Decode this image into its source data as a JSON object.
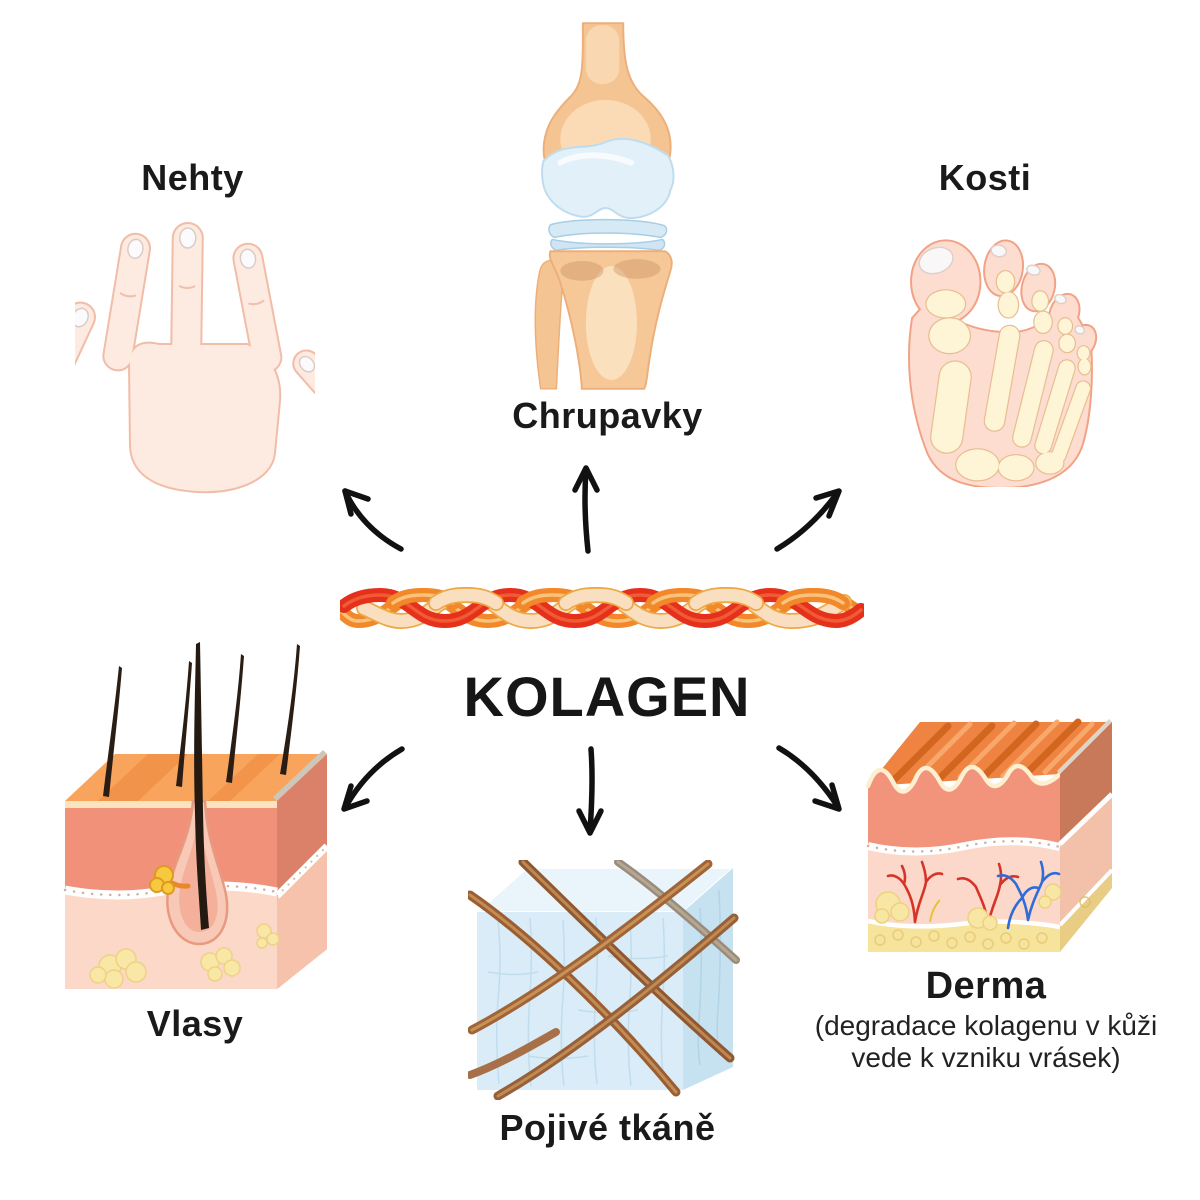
{
  "figure": {
    "title": "KOLAGEN",
    "center_icon": "collagen-fiber-braid-illustration"
  },
  "nodes": [
    {
      "id": "nehty",
      "label": "Nehty",
      "icon": "hand-with-fingernails-illustration",
      "position": "top-left"
    },
    {
      "id": "chrupavky",
      "label": "Chrupavky",
      "icon": "knee-joint-cartilage-illustration",
      "position": "top-center"
    },
    {
      "id": "kosti",
      "label": "Kosti",
      "icon": "foot-bones-illustration",
      "position": "top-right"
    },
    {
      "id": "vlasy",
      "label": "Vlasy",
      "icon": "skin-cube-hair-follicle-illustration",
      "position": "bottom-left"
    },
    {
      "id": "pojive-tkane",
      "label": "Pojivé tkáně",
      "icon": "connective-tissue-cube-illustration",
      "position": "bottom-center"
    },
    {
      "id": "derma",
      "label": "Derma",
      "note": "(degradace kolagenu v kůži vede k vzniku vrásek)",
      "icon": "derma-skin-layers-illustration",
      "position": "bottom-right"
    }
  ],
  "arrows": [
    {
      "from": "center",
      "to": "nehty",
      "direction": "up-left"
    },
    {
      "from": "center",
      "to": "chrupavky",
      "direction": "up"
    },
    {
      "from": "center",
      "to": "kosti",
      "direction": "up-right"
    },
    {
      "from": "center",
      "to": "vlasy",
      "direction": "down-left"
    },
    {
      "from": "center",
      "to": "pojive-tkane",
      "direction": "down"
    },
    {
      "from": "center",
      "to": "derma",
      "direction": "down-right"
    }
  ],
  "colors": {
    "background": "#ffffff",
    "text": "#1a1a1a",
    "arrow": "#111111",
    "collagen_red": "#e5301c",
    "collagen_orange": "#f2882a",
    "collagen_cream": "#fadec0",
    "skin_light": "#fdeae1",
    "bone_tan": "#f5c493",
    "cartilage_blue": "#e2f0f9",
    "tissue_blue": "#d9ecf7",
    "fat_yellow": "#f8e6a4"
  }
}
